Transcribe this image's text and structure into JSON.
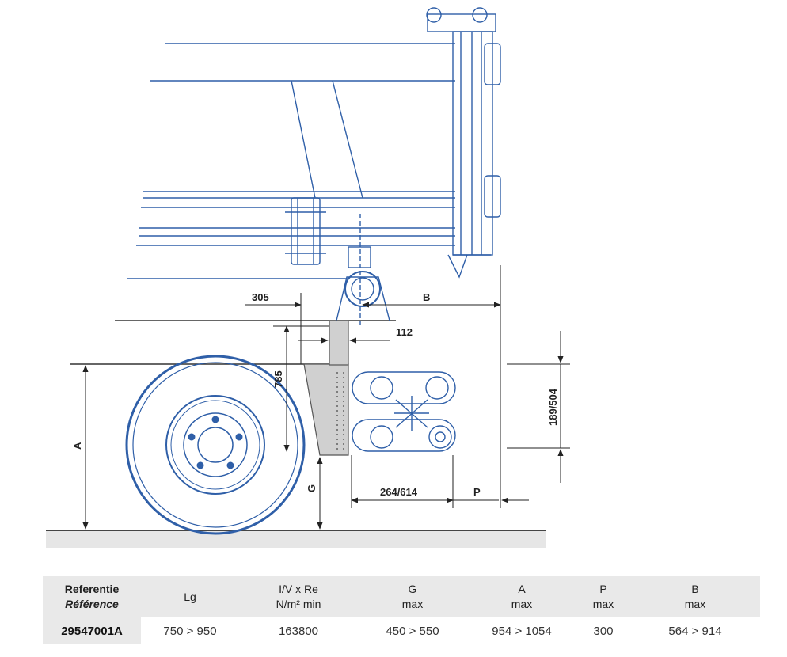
{
  "drawing": {
    "dimension_labels": {
      "d305": "305",
      "b": "B",
      "d112": "112",
      "d785": "785",
      "d189_504": "189/504",
      "a": "A",
      "g": "G",
      "d264_614": "264/614",
      "p": "P"
    },
    "line_color": "#2f5fa8",
    "dim_color": "#222222"
  },
  "table": {
    "headers": {
      "ref_nl": "Referentie",
      "ref_fr": "Référence",
      "lg": "Lg",
      "ivre_1": "I/V x Re",
      "ivre_2": "N/m² min",
      "g_1": "G",
      "g_2": "max",
      "a_1": "A",
      "a_2": "max",
      "p_1": "P",
      "p_2": "max",
      "b_1": "B",
      "b_2": "max"
    },
    "row": {
      "ref": "29547001A",
      "lg": "750 > 950",
      "ivre": "163800",
      "g": "450 > 550",
      "a": "954 > 1054",
      "p": "300",
      "b": "564 > 914"
    },
    "header_bg": "#e9e9e9"
  }
}
